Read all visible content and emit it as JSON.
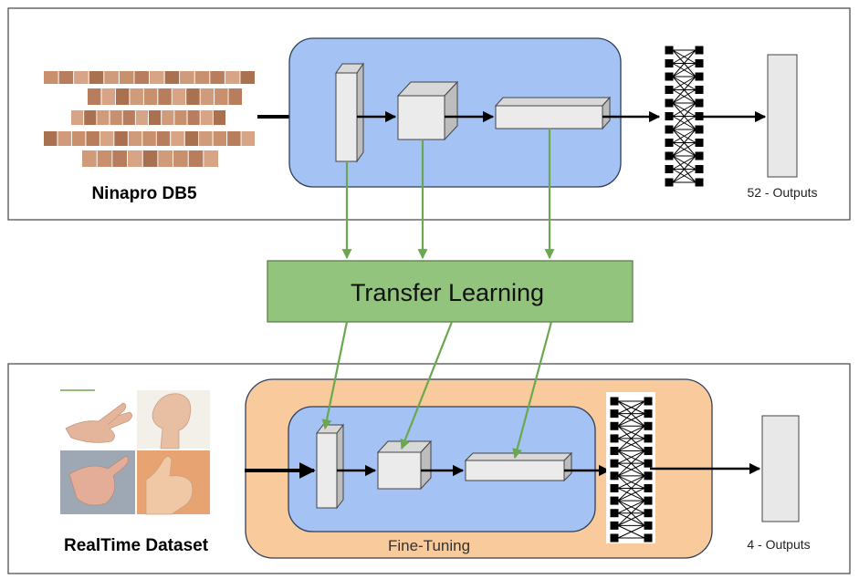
{
  "top_panel": {
    "dataset_label": "Ninapro DB5",
    "outputs_label": "52 - Outputs"
  },
  "transfer": {
    "label": "Transfer Learning"
  },
  "bottom_panel": {
    "dataset_label": "RealTime Dataset",
    "fine_tuning_label": "Fine-Tuning",
    "outputs_label": "4 - Outputs"
  },
  "colors": {
    "network_bg": "#a4c2f4",
    "network_border": "#2f3f5a",
    "finetune_bg": "#f9cb9c",
    "transfer_bg": "#93c47d",
    "transfer_border": "#5a7f4a",
    "transfer_arrow": "#6aa84f",
    "block_fill": "#ebebeb",
    "output_fill": "#e8e8e8"
  }
}
